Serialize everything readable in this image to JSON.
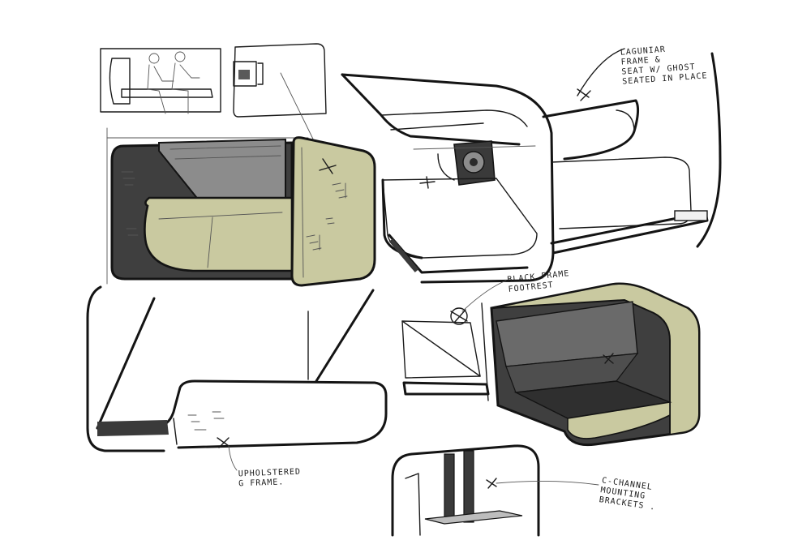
{
  "annotations": {
    "laguniar": [
      "LAGUNIAR",
      "FRAME &",
      "SEAT W/ GHOST",
      "SEATED IN PLACE"
    ],
    "black_frame": [
      "BLACK FRAME",
      "FOOTREST"
    ],
    "upholstered": [
      "UPHOLSTERED",
      "G FRAME."
    ],
    "c_channel": [
      "C-CHANNEL",
      "MOUNTING",
      "BRACKETS ."
    ]
  },
  "colors": {
    "olive": "#c9c9a0",
    "olive_dark": "#a9a97c",
    "charcoal": "#3f3f3f",
    "charcoal_dark": "#2b2b2b",
    "glass": "#8c8c8c",
    "ink": "#141414",
    "paper": "#ffffff",
    "light_gray": "#ececec"
  }
}
